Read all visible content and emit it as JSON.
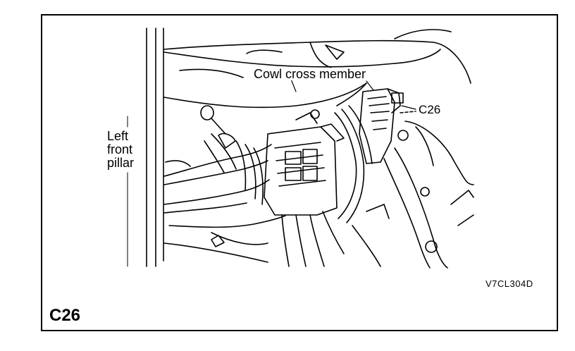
{
  "figure": {
    "id_label": "C26",
    "reference_code": "V7CL304D"
  },
  "callouts": {
    "cowl_cross_member": "Cowl cross member",
    "connector": "C26",
    "pillar": [
      "Left",
      "front",
      "pillar"
    ]
  },
  "colors": {
    "ink": "#000000",
    "paper": "#ffffff"
  }
}
